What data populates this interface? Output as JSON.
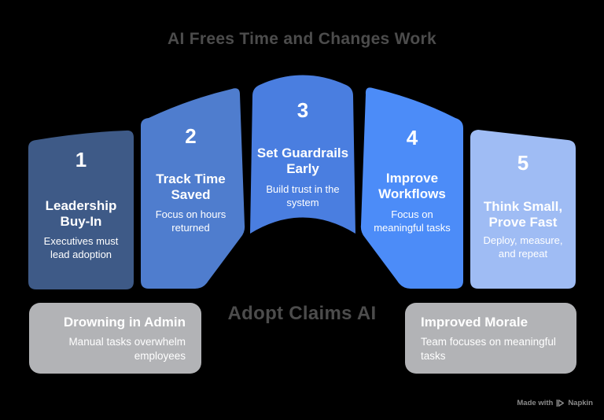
{
  "title": "AI Frees Time and Changes Work",
  "center_label": "Adopt Claims AI",
  "segments": [
    {
      "number": "1",
      "heading": "Leadership Buy-In",
      "body": "Executives must lead adoption",
      "color": "#3e5a87"
    },
    {
      "number": "2",
      "heading": "Track Time Saved",
      "body": "Focus on hours returned",
      "color": "#4f7dce"
    },
    {
      "number": "3",
      "heading": "Set Guardrails Early",
      "body": "Build trust in the system",
      "color": "#4a7ee0"
    },
    {
      "number": "4",
      "heading": "Improve Workflows",
      "body": "Focus on meaningful tasks",
      "color": "#4c8cf8"
    },
    {
      "number": "5",
      "heading": "Think Small, Prove Fast",
      "body": "Deploy, measure, and repeat",
      "color": "#9fbcf4"
    }
  ],
  "callouts": [
    {
      "title": "Drowning in Admin",
      "body": "Manual tasks overwhelm employees",
      "align": "right"
    },
    {
      "title": "Improved Morale",
      "body": "Team focuses on meaningful tasks",
      "align": "left"
    }
  ],
  "watermark": {
    "prefix": "Made with",
    "brand": "Napkin",
    "icon": "napkin-logo-icon"
  },
  "colors": {
    "background": "#000000",
    "title_text": "#4c4c4c",
    "center_label_text": "#4c4c4c",
    "segment_text": "#ffffff",
    "callout_background": "#b2b3b6",
    "callout_text": "#ffffff",
    "watermark_text": "#8a8a8a"
  }
}
